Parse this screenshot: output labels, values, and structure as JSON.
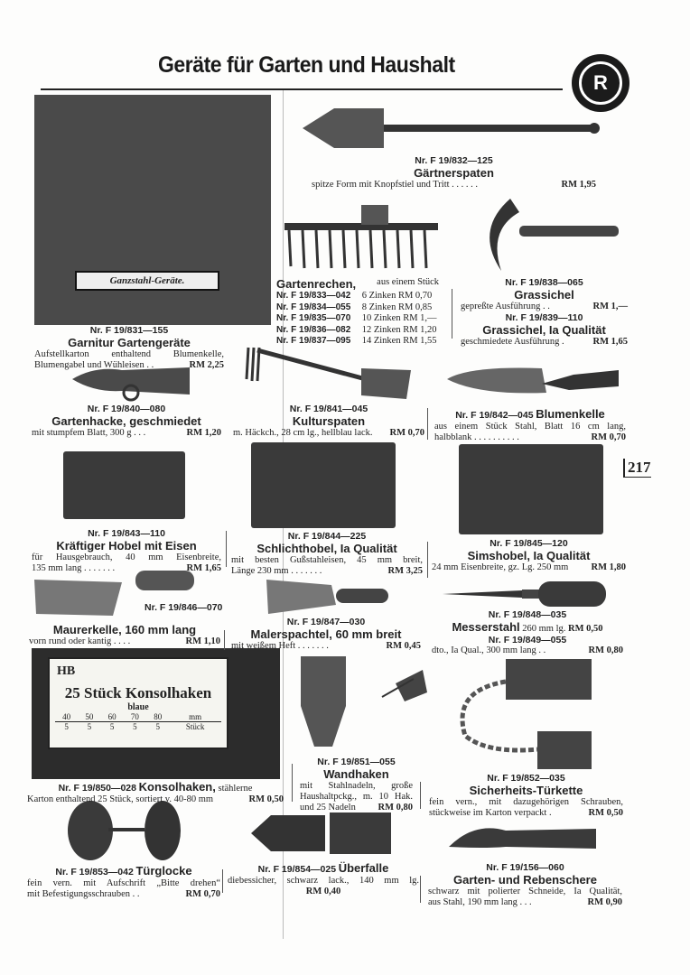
{
  "header": {
    "title": "Geräte für Garten und Haushalt",
    "logo": "R",
    "page_number": "217"
  },
  "items": {
    "i831": {
      "nr": "Nr. F 19/831—155",
      "title": "Garnitur Gartengeräte",
      "desc1": "Aufstellkarton enthaltend Blumenkelle,",
      "desc2": "Blumengabel und Wühleisen . .",
      "price": "RM 2,25",
      "box_label": "Ganzstahl-Geräte."
    },
    "i832": {
      "nr": "Nr. F 19/832—125",
      "title": "Gärtnerspaten",
      "desc": "spitze Form mit Knopfstiel und Tritt . . . . . .",
      "price": "RM 1,95"
    },
    "rechen": {
      "title": "Gartenrechen,",
      "title_rest": "aus einem Stück",
      "rows": [
        {
          "nr": "Nr. F 19/833—042",
          "text": "6 Zinken RM 0,70"
        },
        {
          "nr": "Nr. F 19/834—055",
          "text": "8 Zinken RM 0,85"
        },
        {
          "nr": "Nr. F 19/835—070",
          "text": "10 Zinken RM 1,—"
        },
        {
          "nr": "Nr. F 19/836—082",
          "text": "12 Zinken RM 1,20"
        },
        {
          "nr": "Nr. F 19/837—095",
          "text": "14 Zinken RM 1,55"
        }
      ]
    },
    "i838": {
      "nr": "Nr. F 19/838—065",
      "title": "Grassichel",
      "desc": "gepreßte Ausführung . .",
      "price": "RM 1,—"
    },
    "i839": {
      "nr": "Nr. F 19/839—110",
      "title": "Grassichel, Ia Qualität",
      "desc": "geschmiedete Ausführung .",
      "price": "RM 1,65"
    },
    "i840": {
      "nr": "Nr. F 19/840—080",
      "title": "Gartenhacke, geschmiedet",
      "desc": "mit stumpfem Blatt, 300 g . . .",
      "price": "RM 1,20"
    },
    "i841": {
      "nr": "Nr. F 19/841—045",
      "title": "Kulturspaten",
      "desc": "m. Häckch., 28 cm lg., hellblau lack.",
      "price": "RM 0,70"
    },
    "i842": {
      "nr": "Nr. F 19/842—045",
      "title": "Blumenkelle",
      "desc1": "aus einem Stück Stahl, Blatt 16 cm lang,",
      "desc2": "halbblank . . . . . . . . . .",
      "price": "RM 0,70"
    },
    "i843": {
      "nr": "Nr. F 19/843—110",
      "title": "Kräftiger Hobel mit Eisen",
      "desc1": "für Hausgebrauch, 40 mm Eisenbreite,",
      "desc2": "135 mm lang . . . . . . .",
      "price": "RM 1,65"
    },
    "i844": {
      "nr": "Nr. F 19/844—225",
      "title": "Schlichthobel, Ia Qualität",
      "desc1": "mit besten Gußstahleisen, 45 mm breit,",
      "desc2": "Länge 230 mm . . . . . . .",
      "price": "RM 3,25"
    },
    "i845": {
      "nr": "Nr. F 19/845—120",
      "title": "Simshobel, Ia Qualität",
      "desc": "24 mm Eisenbreite, gz. Lg. 250 mm",
      "price": "RM 1,80"
    },
    "i846": {
      "nr": "Nr. F 19/846—070",
      "title": "Maurerkelle, 160 mm lang",
      "desc": "vorn rund oder kantig . . . .",
      "price": "RM 1,10"
    },
    "i847": {
      "nr": "Nr. F 19/847—030",
      "title": "Malerspachtel, 60 mm breit",
      "desc": "mit weißem Heft . . . . . . .",
      "price": "RM 0,45"
    },
    "i848": {
      "nr": "Nr. F 19/848—035",
      "title": "Messerstahl",
      "desc": "260 mm lg.",
      "price": "RM 0,50"
    },
    "i849": {
      "nr": "Nr. F 19/849—055",
      "desc": "dto., Ia Qual., 300 mm lang . .",
      "price": "RM 0,80"
    },
    "i850": {
      "nr": "Nr. F 19/850—028",
      "title": "Konsolhaken,",
      "title_rest": "stählerne",
      "desc": "Karton enthaltend 25 Stück, sortiert v. 40-80 mm",
      "price": "RM 0,50",
      "box": {
        "brand": "HB",
        "headline": "25 Stück Konsolhaken",
        "sub": "blaue",
        "sizes": [
          "40",
          "50",
          "60",
          "70",
          "80",
          "mm"
        ],
        "counts": [
          "5",
          "5",
          "5",
          "5",
          "5",
          "Stück"
        ]
      }
    },
    "i851": {
      "nr": "Nr. F 19/851—055",
      "title": "Wandhaken",
      "desc1": "mit Stahlnadeln, große",
      "desc2": "Haushaltpckg., m. 10 Hak.",
      "desc3": "und 25 Nadeln",
      "price": "RM 0,80"
    },
    "i852": {
      "nr": "Nr. F 19/852—035",
      "title": "Sicherheits-Türkette",
      "desc1": "fein vern., mit dazugehörigen Schrauben,",
      "desc2": "stückweise im Karton verpackt .",
      "price": "RM 0,50"
    },
    "i853": {
      "nr": "Nr. F 19/853—042",
      "title": "Türglocke",
      "desc1": "fein vern. mit Aufschrift „Bitte drehen“",
      "desc2": "mit Befestigungsschrauben . .",
      "price": "RM 0,70"
    },
    "i854": {
      "nr": "Nr. F 19/854—025",
      "title": "Überfalle",
      "desc": "diebessicher, schwarz lack., 140 mm lg.",
      "price": "RM 0,40"
    },
    "i156": {
      "nr": "Nr. F 19/156—060",
      "title": "Garten- und Rebenschere",
      "desc1": "schwarz mit polierter Schneide, Ia Qualität,",
      "desc2": "aus Stahl, 190 mm lang . . .",
      "price": "RM 0,90"
    }
  }
}
